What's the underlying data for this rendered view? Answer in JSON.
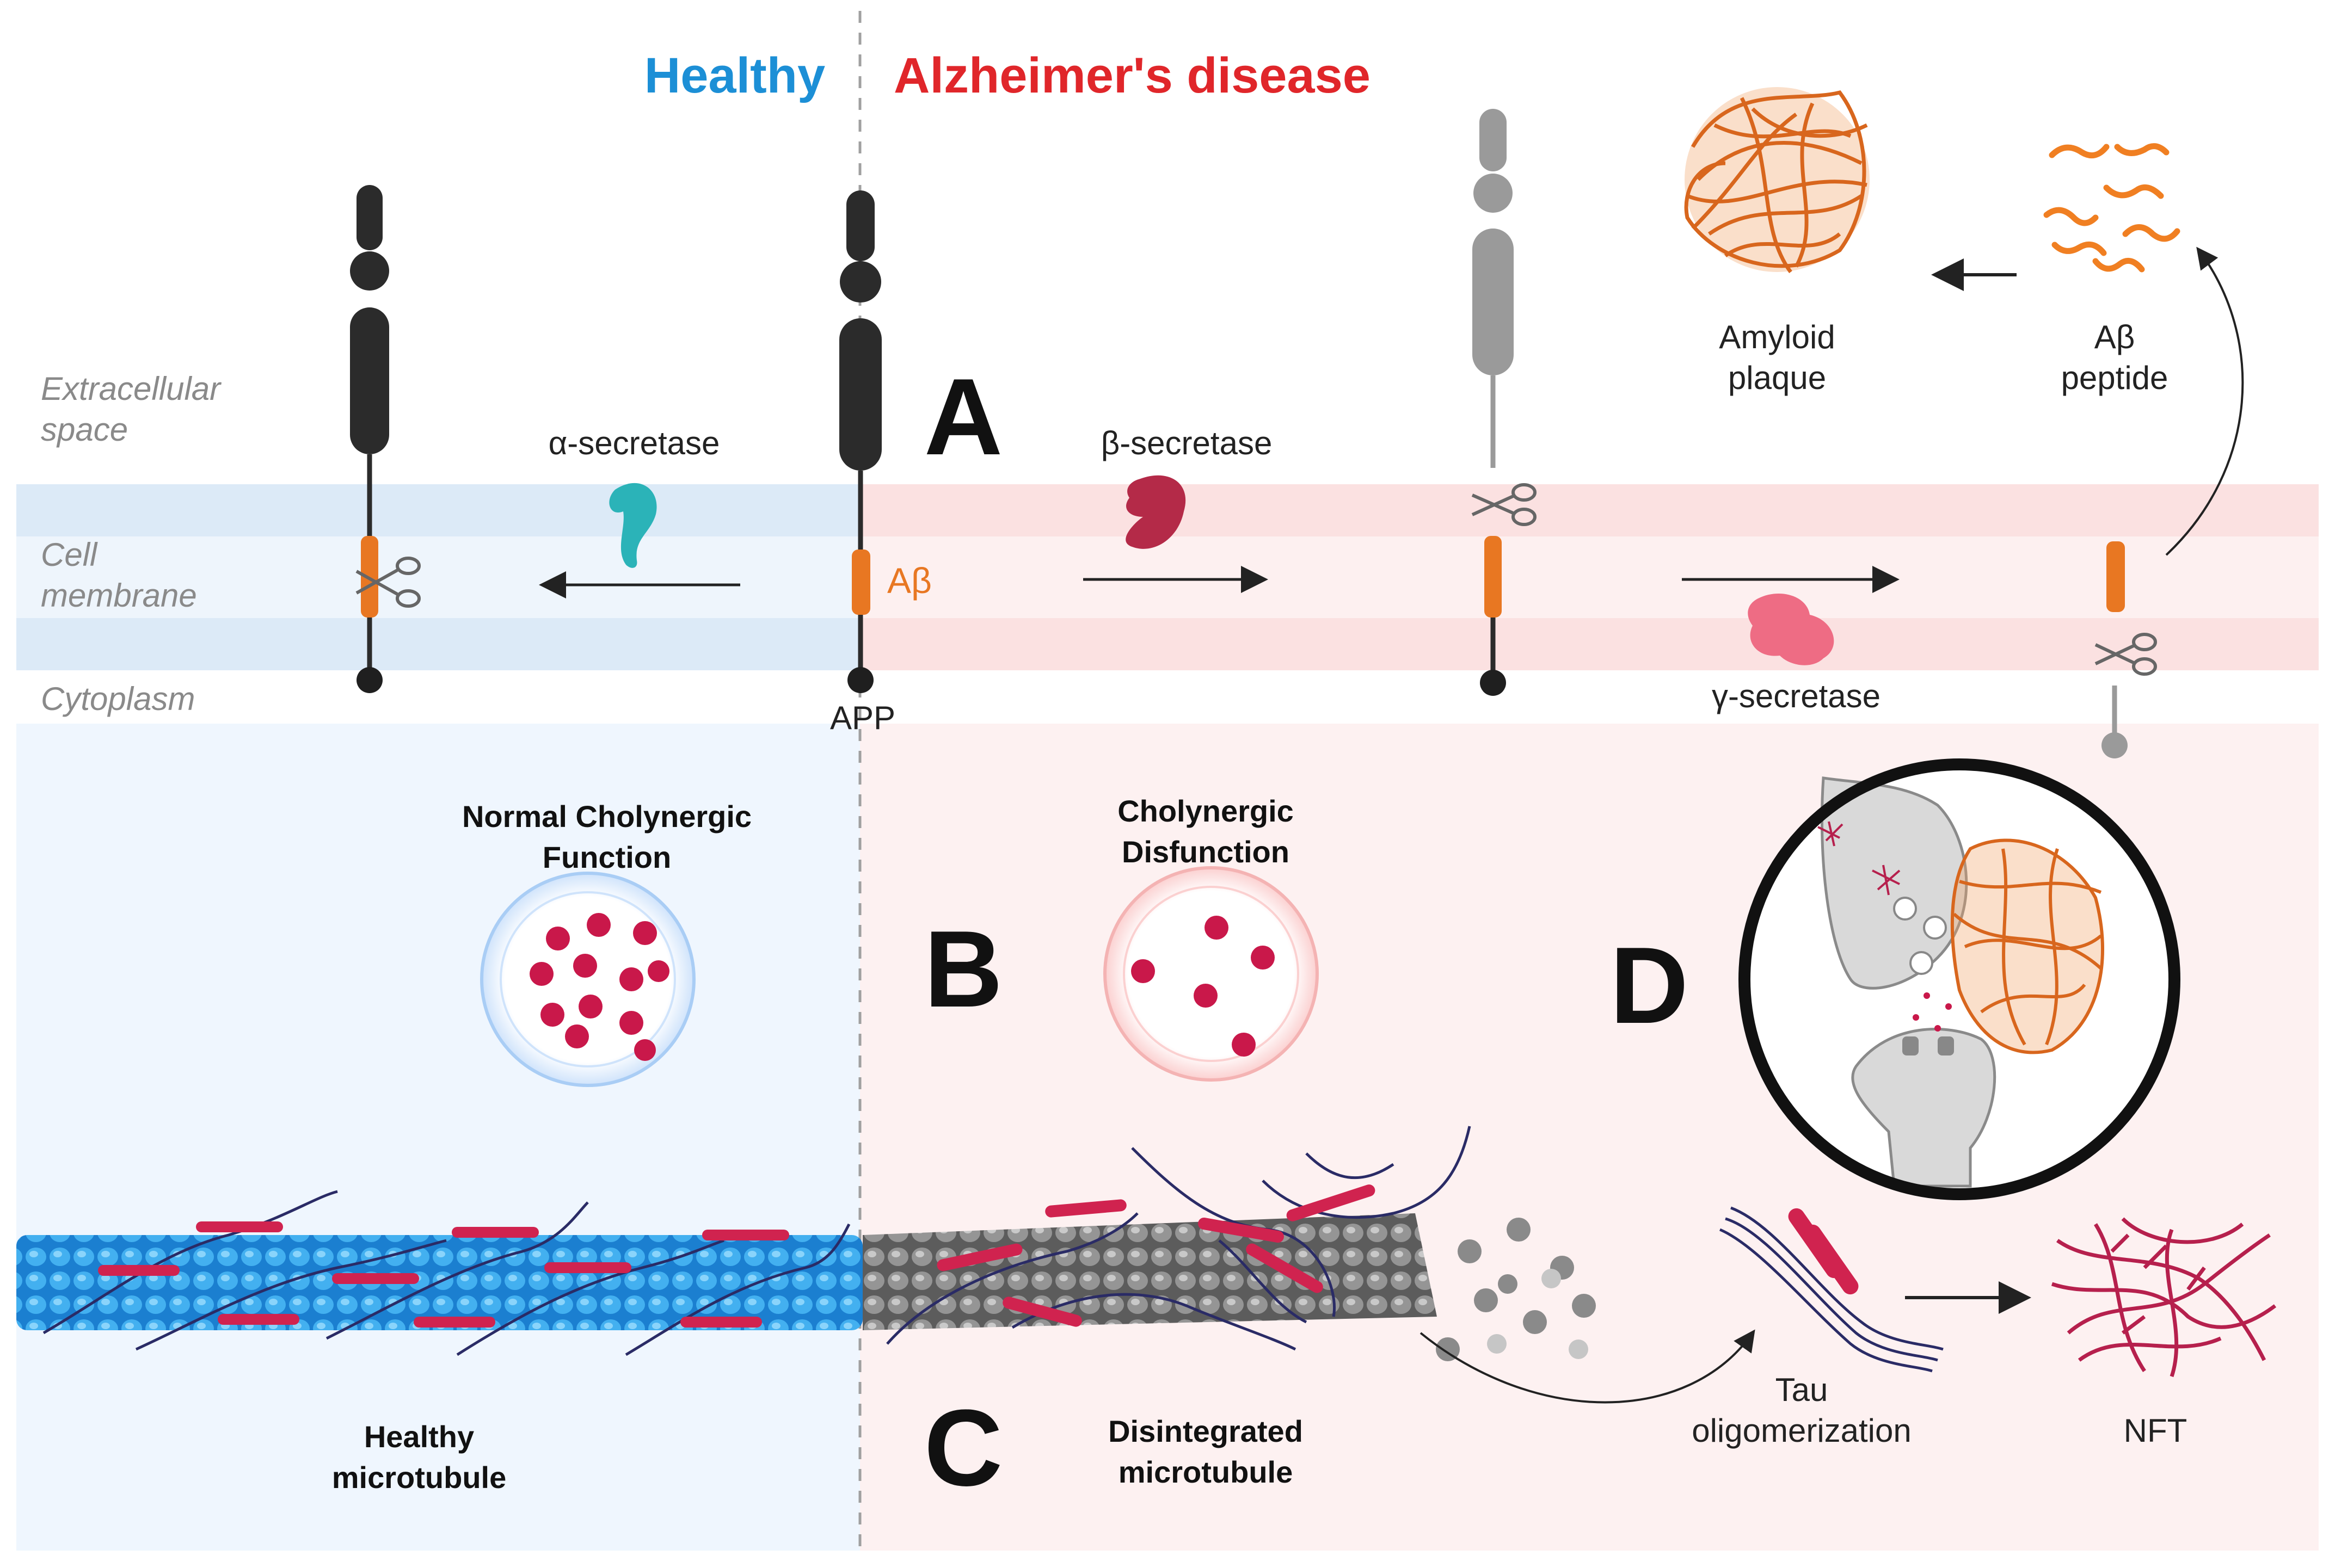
{
  "headers": {
    "healthy": "Healthy",
    "disease": "Alzheimer's disease"
  },
  "regions": {
    "extracellular": [
      "Extracellular",
      "space"
    ],
    "membrane": [
      "Cell",
      "membrane"
    ],
    "cytoplasm": "Cytoplasm"
  },
  "panel_letters": {
    "a": "A",
    "b": "B",
    "c": "C",
    "d": "D"
  },
  "enzymes": {
    "alpha": "α-secretase",
    "beta": "β-secretase",
    "gamma": "γ-secretase"
  },
  "protein": {
    "app": "APP",
    "abeta_inline": "Aβ"
  },
  "amyloid": {
    "plaque": [
      "Amyloid",
      "plaque"
    ],
    "peptide": [
      "Aβ",
      "peptide"
    ]
  },
  "cholinergic": {
    "normal": [
      "Normal Cholynergic",
      "Function"
    ],
    "dysfunction": [
      "Cholynergic",
      "Disfunction"
    ]
  },
  "microtubule": {
    "healthy": [
      "Healthy",
      "microtubule"
    ],
    "disintegrated": [
      "Disintegrated",
      "microtubule"
    ]
  },
  "tau": {
    "oligomer": [
      "Tau",
      "oligomerization"
    ],
    "nft": "NFT"
  },
  "colors": {
    "healthy_blue": "#1c8fd6",
    "disease_red": "#e0262a",
    "abeta_orange": "#e87722",
    "tau_red": "#c8234a",
    "microtubule_blue": "#2b96e0",
    "microtubule_grey": "#7a7a7a"
  }
}
